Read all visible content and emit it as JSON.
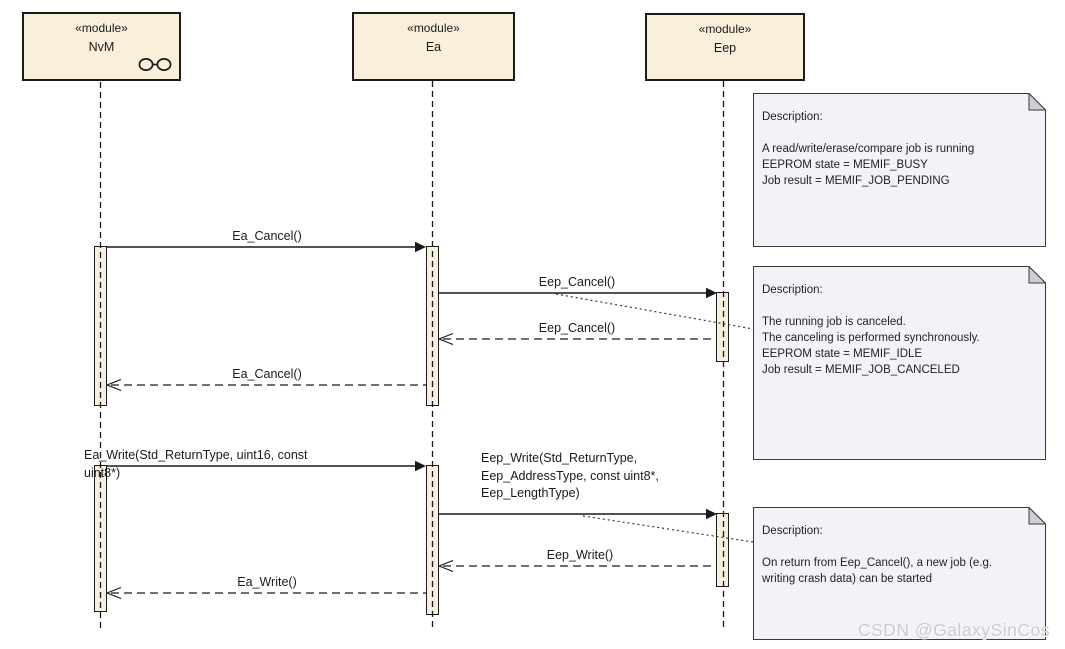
{
  "diagram": {
    "modules": [
      {
        "stereotype": "«module»",
        "name": "NvM",
        "icon": "linked-circles-icon"
      },
      {
        "stereotype": "«module»",
        "name": "Ea"
      },
      {
        "stereotype": "«module»",
        "name": "Eep"
      }
    ],
    "messages": [
      {
        "label": "Ea_Cancel()",
        "kind": "call",
        "from": "NvM",
        "to": "Ea"
      },
      {
        "label": "Eep_Cancel()",
        "kind": "call",
        "from": "Ea",
        "to": "Eep"
      },
      {
        "label": "Eep_Cancel()",
        "kind": "return",
        "from": "Eep",
        "to": "Ea"
      },
      {
        "label": "Ea_Cancel()",
        "kind": "return",
        "from": "Ea",
        "to": "NvM"
      },
      {
        "lines": [
          "Ea_Write(Std_ReturnType, uint16, const",
          "uint8*)"
        ],
        "kind": "call",
        "from": "NvM",
        "to": "Ea"
      },
      {
        "lines": [
          "Eep_Write(Std_ReturnType,",
          "Eep_AddressType, const uint8*,",
          "Eep_LengthType)"
        ],
        "kind": "call",
        "from": "Ea",
        "to": "Eep"
      },
      {
        "label": "Eep_Write()",
        "kind": "return",
        "from": "Eep",
        "to": "Ea"
      },
      {
        "label": "Ea_Write()",
        "kind": "return",
        "from": "Ea",
        "to": "NvM"
      }
    ],
    "notes": [
      {
        "lines": [
          "Description:",
          "",
          "A read/write/erase/compare job is running",
          "EEPROM state = MEMIF_BUSY",
          "Job result = MEMIF_JOB_PENDING"
        ]
      },
      {
        "lines": [
          "Description:",
          "",
          "The running job is canceled.",
          "The canceling is performed synchronously.",
          "EEPROM state = MEMIF_IDLE",
          "Job result = MEMIF_JOB_CANCELED"
        ]
      },
      {
        "lines": [
          "Description:",
          "",
          "On return from Eep_Cancel(), a new job (e.g.",
          "writing crash data) can be started"
        ]
      }
    ],
    "watermark": "CSDN @GalaxySinCos",
    "colors": {
      "module_fill": "#f9efdb",
      "activation_fill": "#f8efde",
      "note_fill": "#f4f2f8",
      "note_fold": "#cfcdd8",
      "line": "#1a1a1a",
      "watermark": "#cbcbcb"
    }
  }
}
